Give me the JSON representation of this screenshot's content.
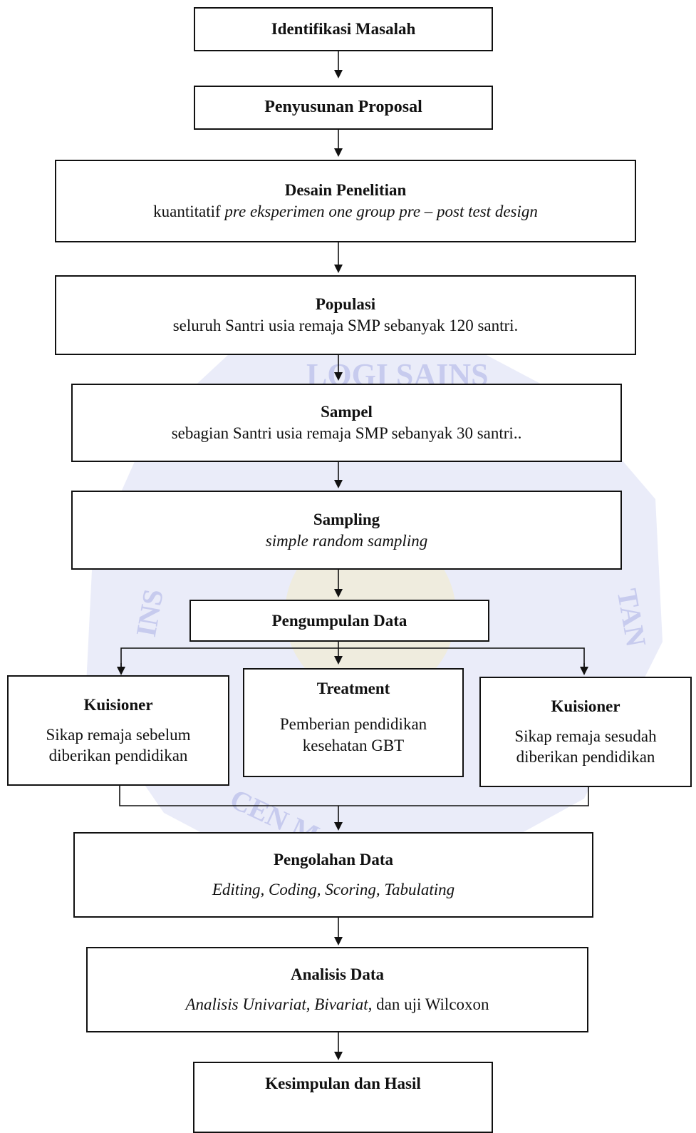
{
  "watermark": {
    "color": "#c7cbee",
    "arc_text_top": "LOGI SAINS",
    "arc_text_left": "INS",
    "arc_text_right": "TAN",
    "arc_text_bottom": "CEN   MAJO"
  },
  "steps": {
    "identifikasi": {
      "title": "Identifikasi Masalah"
    },
    "proposal": {
      "title": "Penyusunan Proposal"
    },
    "desain": {
      "title": "Desain Penelitian",
      "text_plain": "kuantitatif ",
      "text_italic": "pre eksperimen one group pre – post test design"
    },
    "populasi": {
      "title": "Populasi",
      "text": "seluruh Santri usia remaja SMP sebanyak 120 santri."
    },
    "sampel": {
      "title": "Sampel",
      "text": "sebagian Santri usia remaja SMP sebanyak 30 santri.."
    },
    "sampling": {
      "title": "Sampling",
      "text": "simple random sampling"
    },
    "pengumpulan": {
      "title": "Pengumpulan Data"
    },
    "kuisioner_pre": {
      "title": "Kuisioner",
      "line1": "Sikap remaja sebelum",
      "line2": "diberikan pendidikan"
    },
    "treatment": {
      "title": "Treatment",
      "line1": "Pemberian pendidikan",
      "line2": "kesehatan GBT"
    },
    "kuisioner_post": {
      "title": "Kuisioner",
      "line1": "Sikap remaja sesudah",
      "line2": "diberikan pendidikan"
    },
    "pengolahan": {
      "title": "Pengolahan Data",
      "text": "Editing, Coding, Scoring, Tabulating"
    },
    "analisis": {
      "title": "Analisis Data",
      "text_italic": "Analisis Univariat, Bivariat,",
      "text_plain": " dan uji Wilcoxon"
    },
    "kesimpulan": {
      "title": "Kesimpulan dan Hasil"
    }
  }
}
